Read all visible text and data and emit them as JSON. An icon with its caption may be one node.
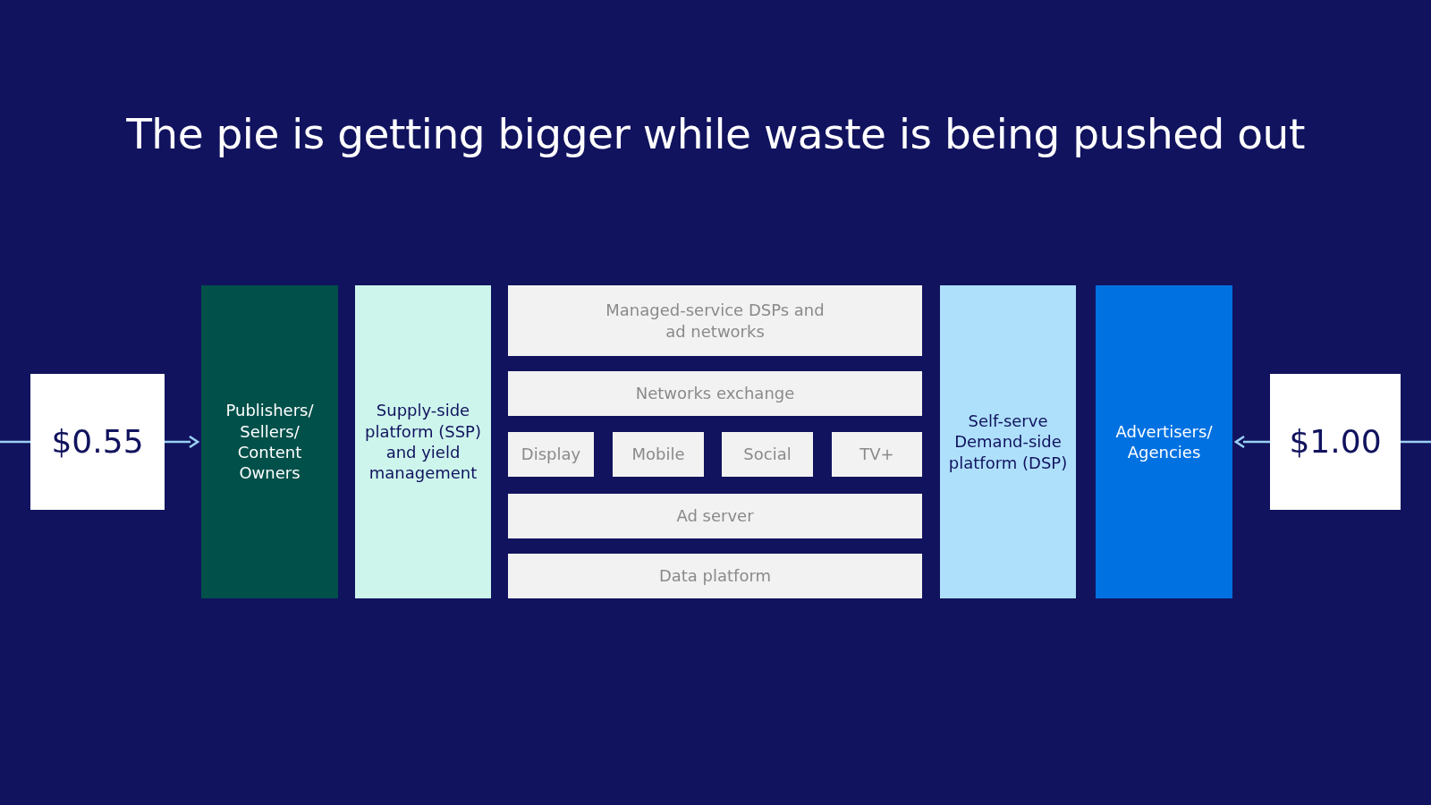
{
  "diagram": {
    "title": "The pie is getting bigger while waste is being pushed out",
    "nodes": [
      {
        "text": [
          "$0.55"
        ]
      },
      {
        "text": [
          "Publishers/ Sellers/ Content Owners"
        ]
      },
      {
        "text": [
          "Supply-side platform (SSP) and yield management"
        ]
      },
      {
        "text": [
          "Managed-service DSPs and ad networks"
        ]
      },
      {
        "text": [
          "Networks exchange"
        ]
      },
      {
        "text": [
          "Display"
        ]
      },
      {
        "text": [
          "Mobile"
        ]
      },
      {
        "text": [
          "Social"
        ]
      },
      {
        "text": [
          "TV+"
        ]
      },
      {
        "text": [
          "Ad server"
        ]
      },
      {
        "text": [
          "Data platform"
        ]
      },
      {
        "text": [
          "Self-serve Demand-side platform (DSP)"
        ]
      },
      {
        "text": [
          "Advertisers/ Agencies"
        ]
      },
      {
        "text": [
          "$1.00"
        ]
      }
    ],
    "edges": [
      {
        "from": null,
        "to": 0,
        "arrow": "none"
      },
      {
        "from": 0,
        "to": 1,
        "arrow": "to"
      },
      {
        "from": 13,
        "to": 12,
        "arrow": "to"
      },
      {
        "from": 13,
        "to": null,
        "arrow": "none"
      }
    ]
  }
}
